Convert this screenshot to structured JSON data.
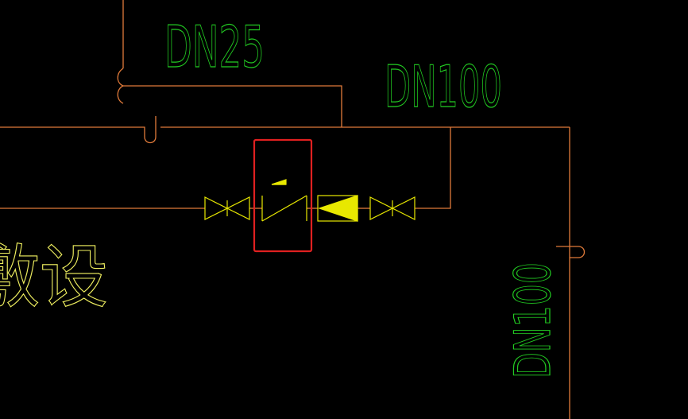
{
  "drawing": {
    "background": "#000000",
    "colors": {
      "pipe": "#e07a3a",
      "dimension_text": "#22cc22",
      "valve": "#e8e800",
      "cjk_text": "#f0f060",
      "highlight": "#e02020"
    },
    "labels": {
      "dn25": "DN25",
      "dn100_horizontal": "DN100",
      "dn100_vertical": "DN100",
      "cjk_fragment": "敷设"
    },
    "symbols": {
      "gate_valve_left": "gate-valve-icon",
      "check_valve": "check-valve-icon",
      "flow_direction": "flow-arrow-icon",
      "gate_valve_right": "gate-valve-icon"
    }
  }
}
